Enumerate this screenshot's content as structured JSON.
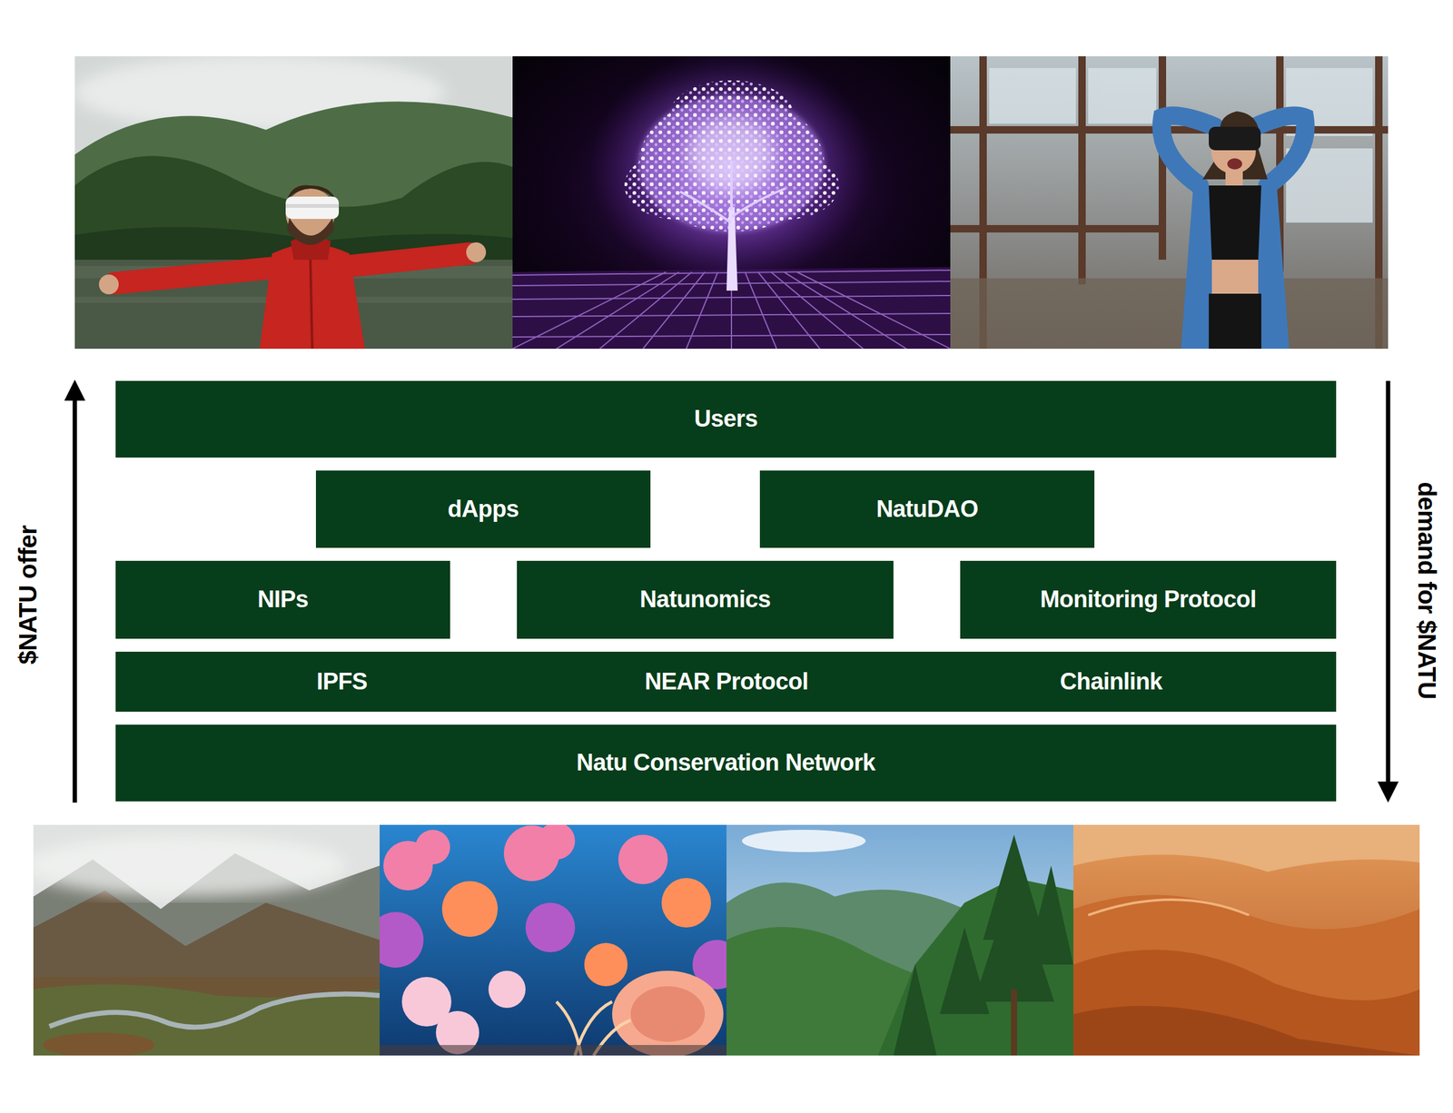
{
  "diagram": {
    "nodes": [
      {
        "text": [
          "Users"
        ]
      },
      {
        "text": [
          "dApps"
        ]
      },
      {
        "text": [
          "NatuDAO"
        ]
      },
      {
        "text": [
          "NIPs"
        ]
      },
      {
        "text": [
          "Natunomics"
        ]
      },
      {
        "text": [
          "Monitoring Protocol"
        ]
      },
      {
        "text": [
          "IPFS",
          "NEAR Protocol",
          "Chainlink"
        ]
      },
      {
        "text": [
          "Natu Conservation Network"
        ]
      }
    ],
    "labels": [
      "$NATU offer",
      "demand for $NATU"
    ]
  }
}
